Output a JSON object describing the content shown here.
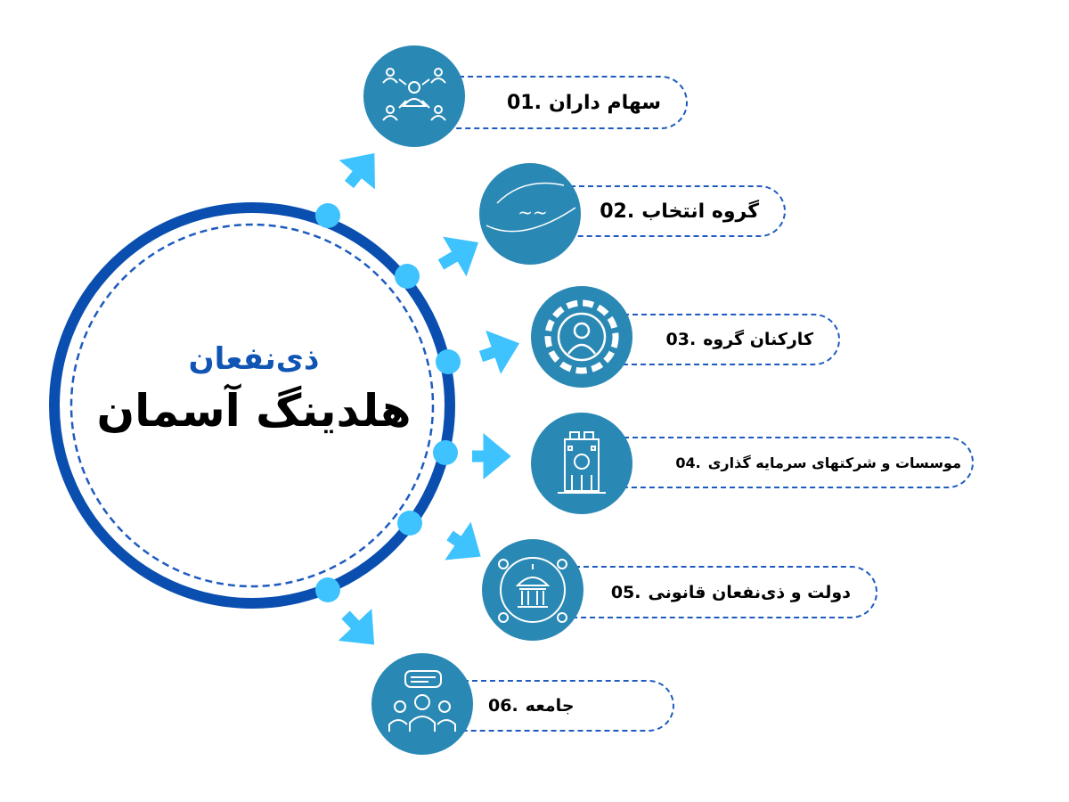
{
  "colors": {
    "ring": "#0a4fb0",
    "dot": "#3ec3ff",
    "arrow": "#3ec3ff",
    "icon_bg": "#2a88b5",
    "pill_border": "#1e5bbf",
    "subtitle": "#1055b3"
  },
  "center": {
    "subtitle": "ذی‌نفعان",
    "title": "هلدینگ آسمان"
  },
  "items": [
    {
      "num": "01.",
      "label": "سهام داران",
      "icon": "shareholders-network-icon"
    },
    {
      "num": "02.",
      "label": "گروه انتخاب",
      "icon": "entekhab-logo-icon"
    },
    {
      "num": "03.",
      "label": "کارکنان گروه",
      "icon": "employee-gear-icon"
    },
    {
      "num": "04.",
      "label": "موسسات و شرکتهای سرمایه گذاری",
      "icon": "investment-building-icon"
    },
    {
      "num": "05.",
      "label": "دولت و ذی‌نفعان قانونی",
      "icon": "government-people-icon"
    },
    {
      "num": "06.",
      "label": "جامعه",
      "icon": "community-chat-icon"
    }
  ]
}
